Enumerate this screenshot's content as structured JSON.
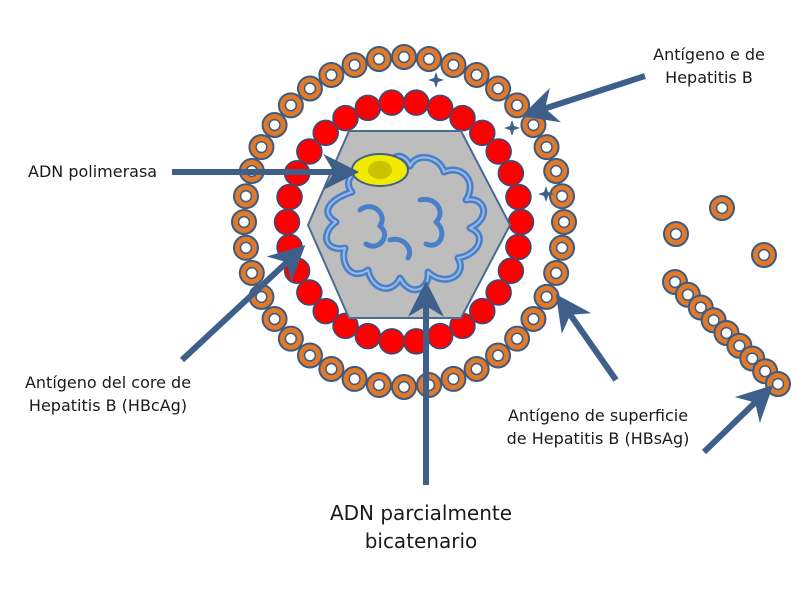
{
  "labels": {
    "antigen_e_line1": "Antígeno e de",
    "antigen_e_line2": "Hepatitis B",
    "polymerase": "ADN polimerasa",
    "core_line1": "Antígeno del core de",
    "core_line2": "Hepatitis B (HBcAg)",
    "surface_line1": "Antígeno de superficie",
    "surface_line2": "de Hepatitis B (HBsAg)",
    "dna_line1": "ADN parcialmente",
    "dna_line2": "bicatenario"
  },
  "colors": {
    "envelope_bead": "#e07a2a",
    "envelope_bead_stroke": "#3d5a82",
    "core_bead": "#ff0000",
    "core_bead_stroke": "#2f4f7f",
    "capsid_fill": "#bdbdbd",
    "capsid_stroke": "#4a6a96",
    "dna_strand": "#4a7fc9",
    "polymerase": "#f0ea00",
    "arrow": "#3e5f8a"
  }
}
